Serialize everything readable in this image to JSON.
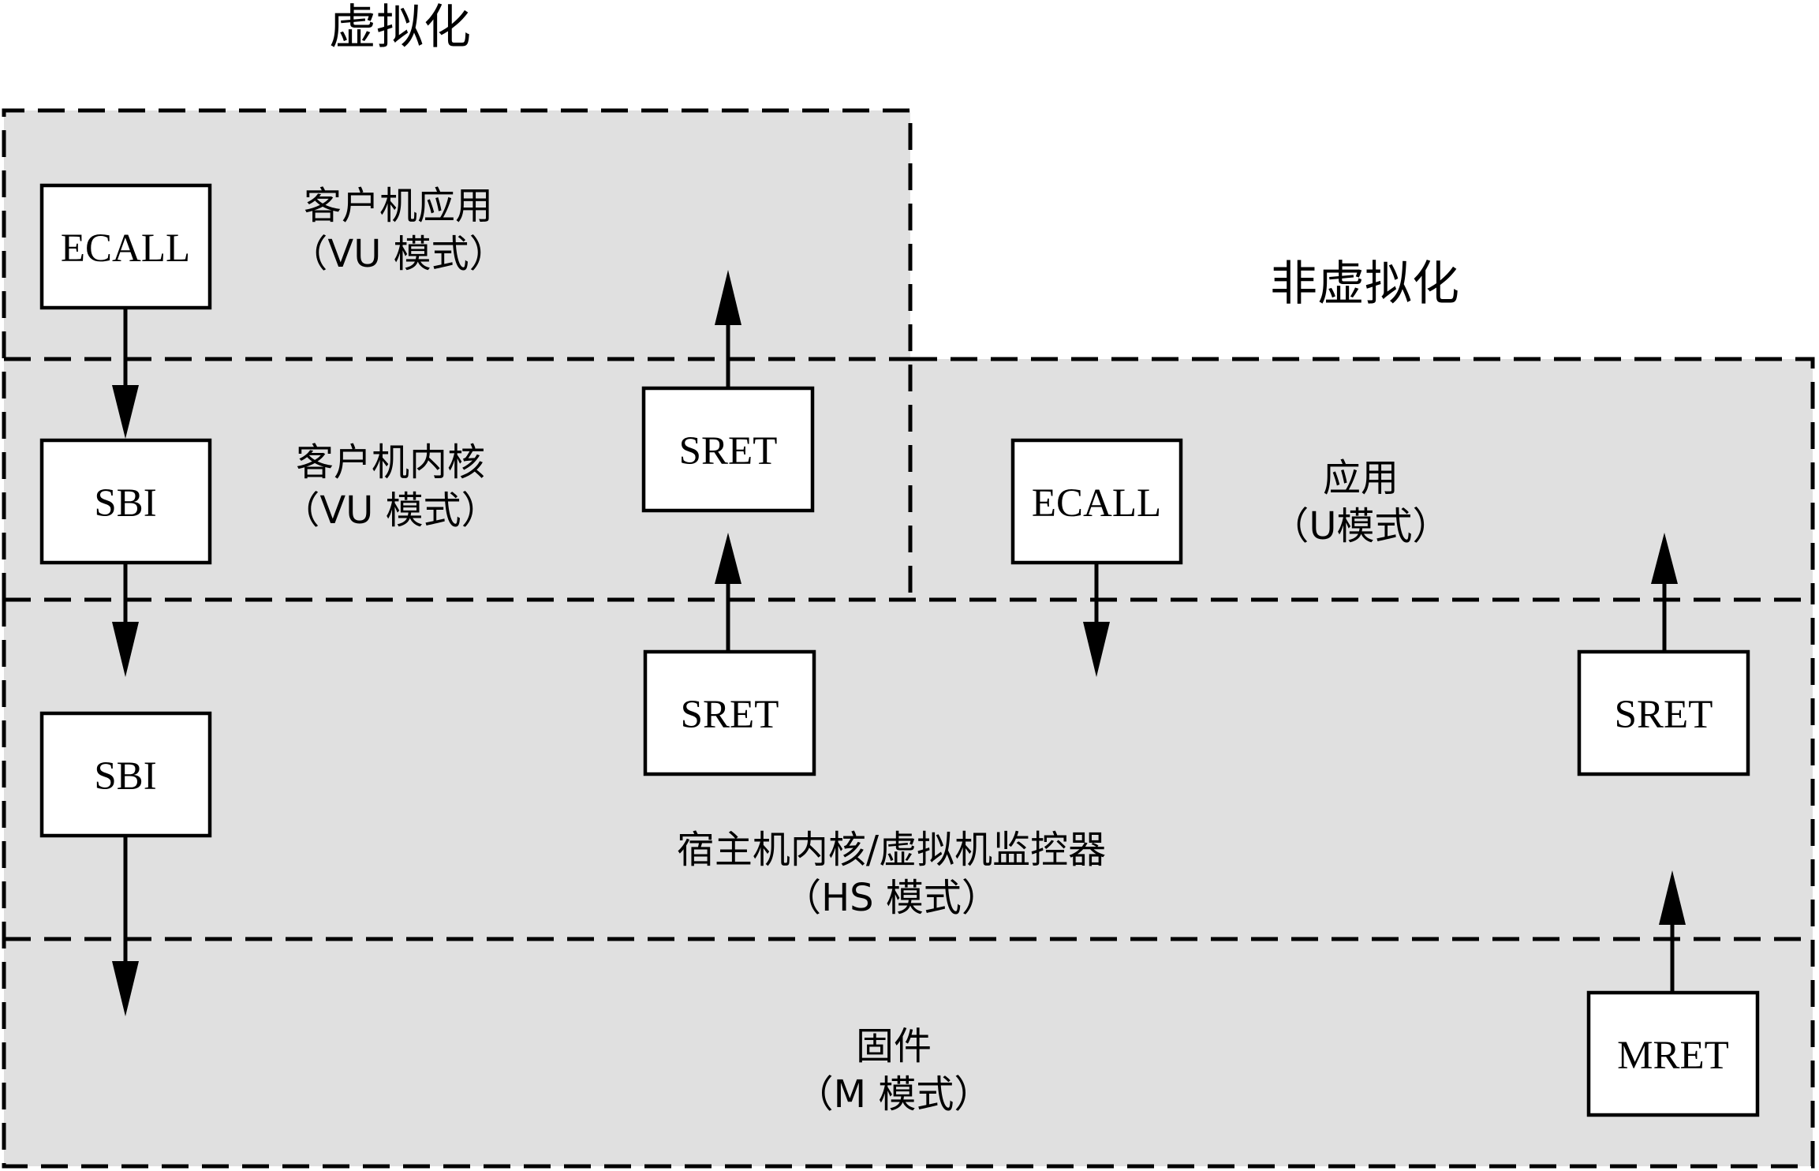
{
  "titles": {
    "virtualized": "虚拟化",
    "non_virtualized": "非虚拟化"
  },
  "regions": {
    "guest_app": {
      "line1": "客户机应用",
      "line2": "（VU 模式）"
    },
    "guest_kernel": {
      "line1": "客户机内核",
      "line2": "（VU 模式）"
    },
    "application": {
      "line1": "应用",
      "line2": "（U模式）"
    },
    "host_kernel": {
      "line1": "宿主机内核/虚拟机监控器",
      "line2": "（HS 模式）"
    },
    "firmware": {
      "line1": "固件",
      "line2": "（M 模式）"
    }
  },
  "boxes": {
    "guest_ecall": "ECALL",
    "guest_sbi": "SBI",
    "guest_sret": "SRET",
    "app_ecall": "ECALL",
    "host_sbi": "SBI",
    "host_sret_left": "SRET",
    "host_sret_right": "SRET",
    "fw_mret": "MRET"
  },
  "colors": {
    "region_fill": "#e0e0e0",
    "line": "#000000"
  }
}
